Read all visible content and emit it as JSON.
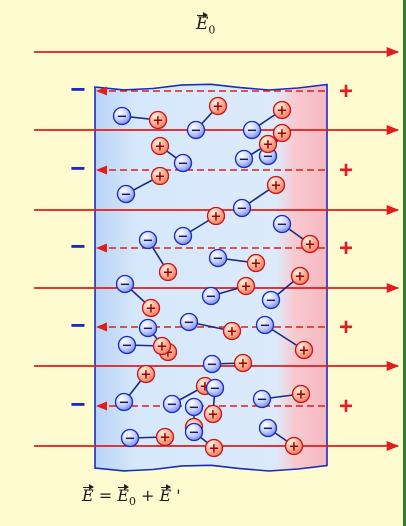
{
  "labels": {
    "external_field": "E0",
    "external_field_subscript": "0",
    "total_field_equation": "E = E0 + E '"
  },
  "surface_charges": {
    "left_sign": "−",
    "right_sign": "+",
    "left_color": "#1a2bbf",
    "right_color": "#e11d1d"
  },
  "colors": {
    "background": "#fffbd0",
    "field_line": "#e11d1d",
    "slab_fill": "#dceafb",
    "slab_border": "#1a2bbf",
    "negative_ion": "#6d7fe0",
    "positive_ion": "#ff6e4d"
  },
  "dipole_charge_signs": {
    "negative": "−",
    "positive": "+"
  }
}
